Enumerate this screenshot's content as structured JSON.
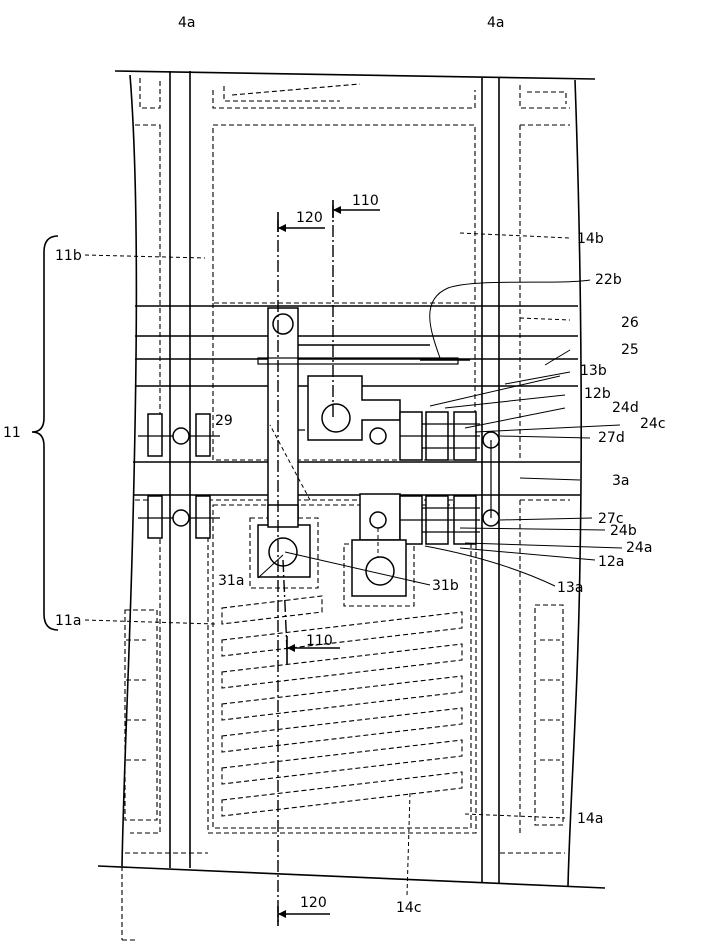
{
  "labels": {
    "l4a_left": "4a",
    "l4a_right": "4a",
    "l120_top": "120",
    "l110_top": "110",
    "l14b": "14b",
    "l11b": "11b",
    "l22b": "22b",
    "l26": "26",
    "l25": "25",
    "l13b": "13b",
    "l12b": "12b",
    "l24d": "24d",
    "l24c": "24c",
    "l29": "29",
    "l27d": "27d",
    "l11": "11",
    "l3a": "3a",
    "l27c": "27c",
    "l24b": "24b",
    "l24a": "24a",
    "l12a": "12a",
    "l31a": "31a",
    "l31b": "31b",
    "l13a": "13a",
    "l11a": "11a",
    "l110_bottom": "110",
    "l14a": "14a",
    "l120_bottom": "120",
    "l14c": "14c"
  }
}
